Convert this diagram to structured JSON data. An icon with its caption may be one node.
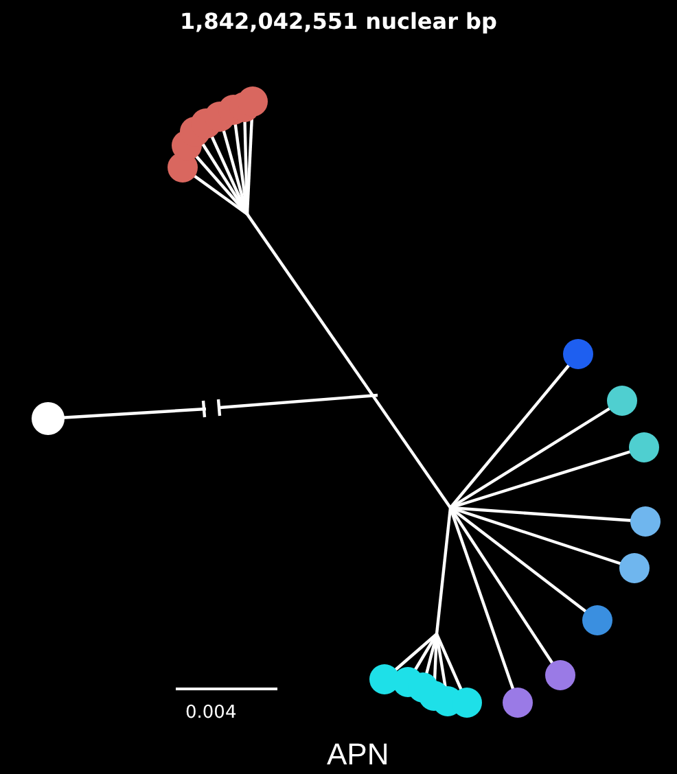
{
  "diagram": {
    "title": "1,842,042,551 nuclear bp",
    "labels": [
      "0.004",
      "APN"
    ]
  }
}
